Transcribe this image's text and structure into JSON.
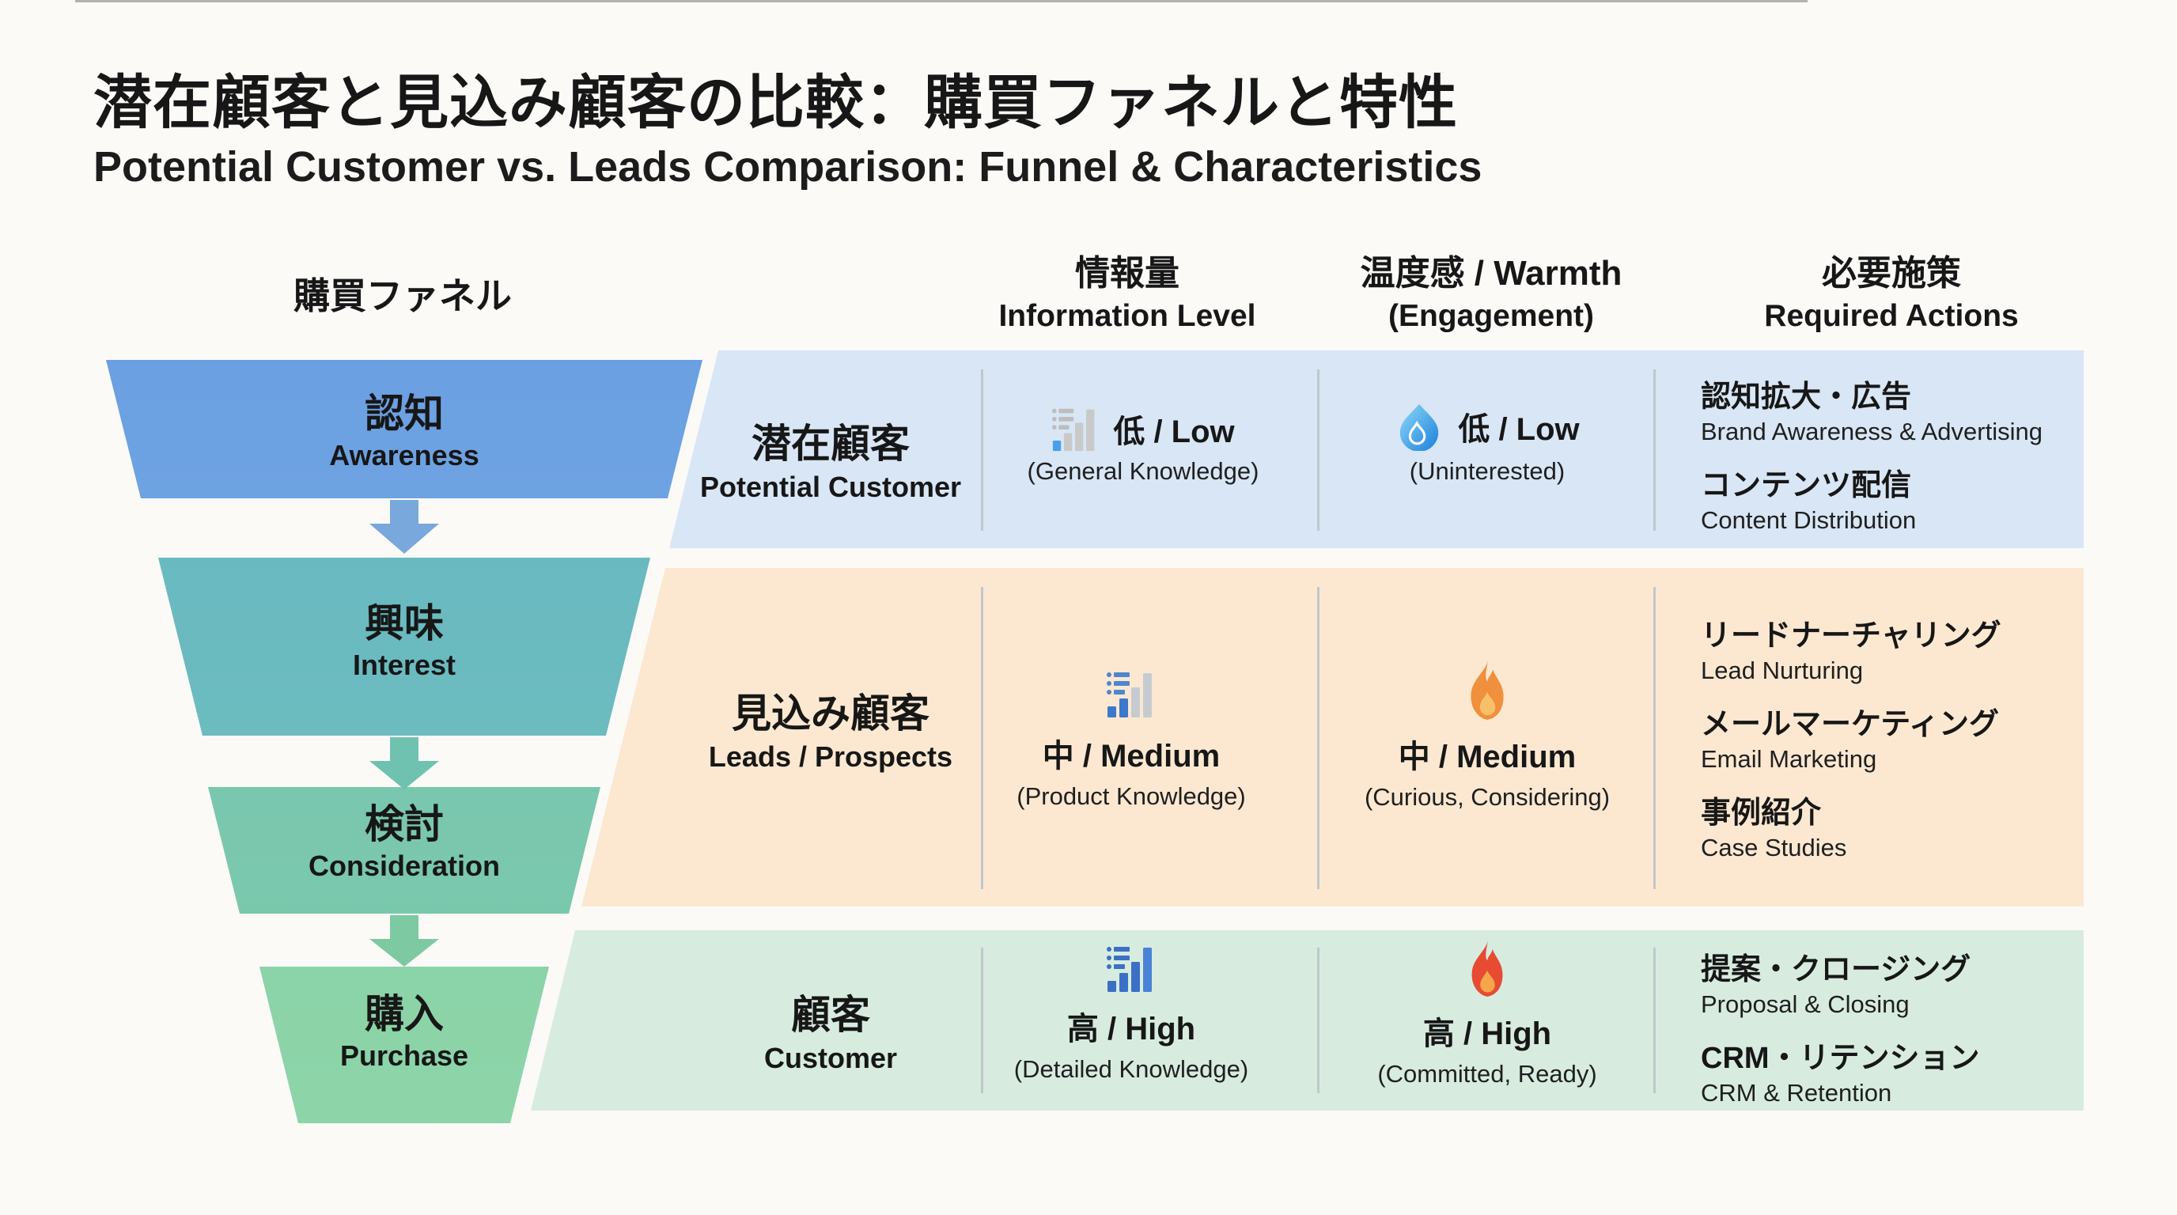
{
  "page": {
    "title_jp": "潜在顧客と見込み顧客の比較：購買ファネルと特性",
    "subtitle_en": "Potential Customer vs. Leads Comparison: Funnel & Characteristics"
  },
  "headers": {
    "funnel_jp": "購買ファネル",
    "info_jp": "情報量",
    "info_en": "Information Level",
    "warmth_jp": "温度感 / Warmth",
    "warmth_en": "(Engagement)",
    "actions_jp": "必要施策",
    "actions_en": "Required Actions"
  },
  "funnel": {
    "stages": [
      {
        "jp": "認知",
        "en": "Awareness"
      },
      {
        "jp": "興味",
        "en": "Interest"
      },
      {
        "jp": "検討",
        "en": "Consideration"
      },
      {
        "jp": "購入",
        "en": "Purchase"
      }
    ]
  },
  "rows": [
    {
      "label_jp": "潜在顧客",
      "label_en": "Potential Customer",
      "info_level": "低 / Low",
      "info_sub": "(General Knowledge)",
      "info_icon": "bar-chart-level-low",
      "warmth_level": "低 / Low",
      "warmth_sub": "(Uninterested)",
      "warmth_icon": "water-droplet",
      "actions": [
        {
          "jp": "認知拡大・広告",
          "en": "Brand Awareness & Advertising"
        },
        {
          "jp": "コンテンツ配信",
          "en": "Content Distribution"
        }
      ]
    },
    {
      "label_jp": "見込み顧客",
      "label_en": "Leads / Prospects",
      "info_level": "中 / Medium",
      "info_sub": "(Product Knowledge)",
      "info_icon": "bar-chart-level-medium",
      "warmth_level": "中 / Medium",
      "warmth_sub": "(Curious, Considering)",
      "warmth_icon": "flame-orange",
      "actions": [
        {
          "jp": "リードナーチャリング",
          "en": "Lead Nurturing"
        },
        {
          "jp": "メールマーケティング",
          "en": "Email Marketing"
        },
        {
          "jp": "事例紹介",
          "en": "Case Studies"
        }
      ]
    },
    {
      "label_jp": "顧客",
      "label_en": "Customer",
      "info_level": "高 / High",
      "info_sub": "(Detailed Knowledge)",
      "info_icon": "bar-chart-level-high",
      "warmth_level": "高 / High",
      "warmth_sub": "(Committed, Ready)",
      "warmth_icon": "flame-red",
      "actions": [
        {
          "jp": "提案・クロージング",
          "en": "Proposal & Closing"
        },
        {
          "jp": "CRM・リテンション",
          "en": "CRM & Retention"
        }
      ]
    }
  ],
  "colors": {
    "background": "#fbfaf7",
    "band_potential": "#d8e6f5",
    "band_leads": "#fce8d0",
    "band_customer": "#d7ecdf",
    "funnel_awareness_top": "#6197de",
    "funnel_awareness_bottom": "#81b4e9",
    "funnel_interest_top": "#5fb0c8",
    "funnel_interest_bottom": "#74c4b9",
    "funnel_consideration_top": "#70c1bd",
    "funnel_consideration_bottom": "#7ecaa7",
    "funnel_purchase_top": "#7ac79f",
    "funnel_purchase_bottom": "#8fd6aa",
    "arrow_1": "#78a8dc",
    "arrow_2": "#70c2b0",
    "arrow_3": "#7dc9a1",
    "bar_blue": "#3c78cb",
    "bar_light_blue": "#49a0e8",
    "bar_gray": "#c9c9c9",
    "droplet_blue": "#2196e8",
    "flame_orange": "#f08f3c",
    "flame_red": "#e74b32",
    "divider": "#c0c7cc",
    "text": "#171717"
  }
}
